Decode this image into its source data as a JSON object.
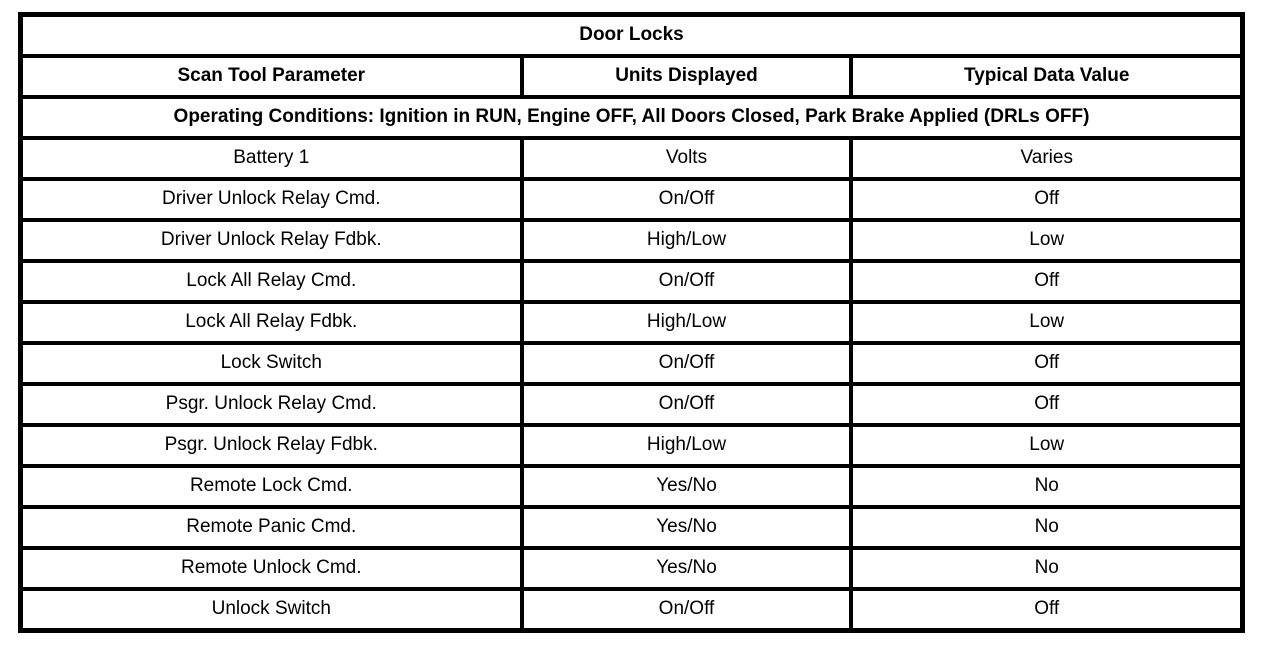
{
  "table": {
    "title": "Door Locks",
    "columns": [
      "Scan Tool Parameter",
      "Units Displayed",
      "Typical Data Value"
    ],
    "operating_conditions": "Operating Conditions: Ignition in RUN, Engine OFF, All Doors Closed, Park Brake Applied (DRLs OFF)",
    "rows": [
      {
        "parameter": "Battery 1",
        "units": "Volts",
        "value": "Varies"
      },
      {
        "parameter": "Driver Unlock Relay Cmd.",
        "units": "On/Off",
        "value": "Off"
      },
      {
        "parameter": "Driver Unlock Relay Fdbk.",
        "units": "High/Low",
        "value": "Low"
      },
      {
        "parameter": "Lock All Relay Cmd.",
        "units": "On/Off",
        "value": "Off"
      },
      {
        "parameter": "Lock All Relay Fdbk.",
        "units": "High/Low",
        "value": "Low"
      },
      {
        "parameter": "Lock Switch",
        "units": "On/Off",
        "value": "Off"
      },
      {
        "parameter": "Psgr. Unlock Relay Cmd.",
        "units": "On/Off",
        "value": "Off"
      },
      {
        "parameter": "Psgr. Unlock Relay Fdbk.",
        "units": "High/Low",
        "value": "Low"
      },
      {
        "parameter": "Remote Lock Cmd.",
        "units": "Yes/No",
        "value": "No"
      },
      {
        "parameter": "Remote Panic Cmd.",
        "units": "Yes/No",
        "value": "No"
      },
      {
        "parameter": "Remote Unlock Cmd.",
        "units": "Yes/No",
        "value": "No"
      },
      {
        "parameter": "Unlock Switch",
        "units": "On/Off",
        "value": "Off"
      }
    ],
    "colors": {
      "border": "#000000",
      "background": "#ffffff",
      "text": "#000000"
    }
  }
}
